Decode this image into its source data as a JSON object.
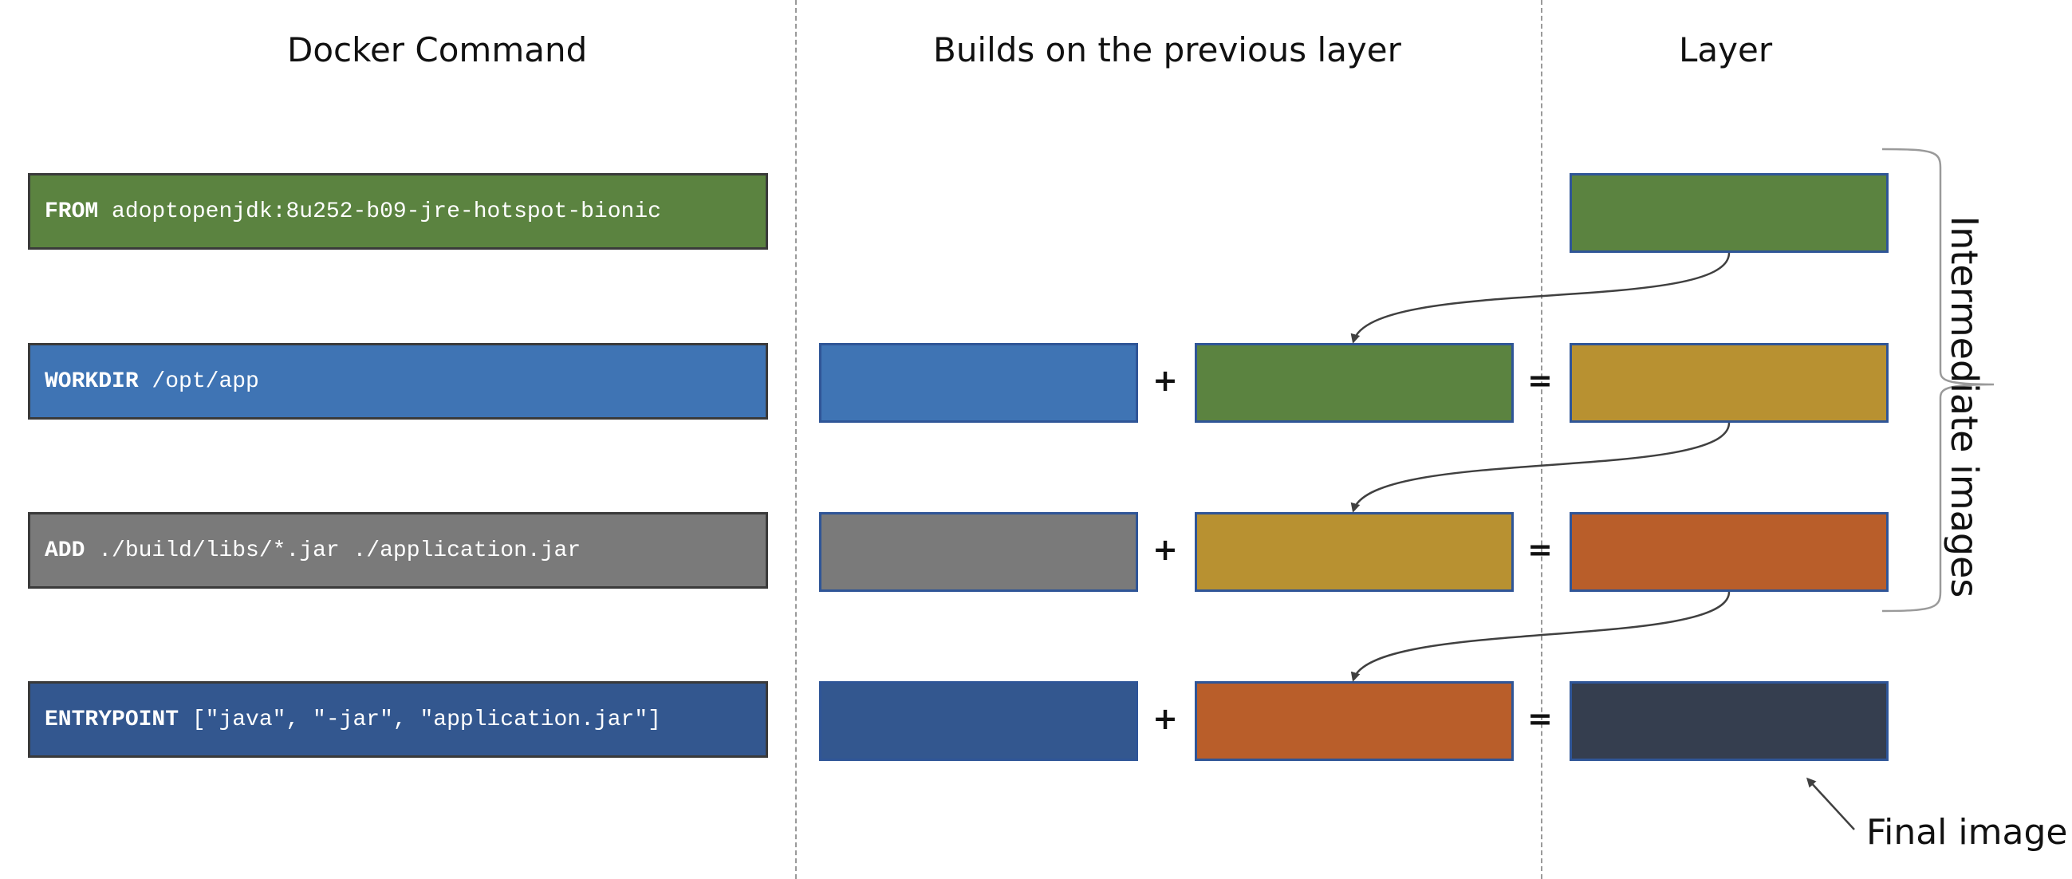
{
  "headers": {
    "docker_command": "Docker Command",
    "builds_on": "Builds on the previous layer",
    "layer": "Layer"
  },
  "commands": [
    {
      "keyword": "FROM",
      "args": " adoptopenjdk:8u252-b09-jre-hotspot-bionic",
      "color": "#5b8340"
    },
    {
      "keyword": "WORKDIR",
      "args": " /opt/app",
      "color": "#3f74b4"
    },
    {
      "keyword": "ADD",
      "args": " ./build/libs/*.jar ./application.jar",
      "color": "#7a7a7a"
    },
    {
      "keyword": "ENTRYPOINT",
      "args": " [\"java\", \"-jar\", \"application.jar\"]",
      "color": "#33578f"
    }
  ],
  "operators": {
    "plus": "+",
    "equals": "="
  },
  "layer_colors": {
    "green": "#5b8340",
    "blue": "#3f74b4",
    "gray": "#7a7a7a",
    "darkblue": "#33578f",
    "gold": "#b89131",
    "orange": "#b95e2a",
    "slate": "#353e4f"
  },
  "labels": {
    "intermediate_images": "Intermediate images",
    "final_image": "Final image"
  }
}
